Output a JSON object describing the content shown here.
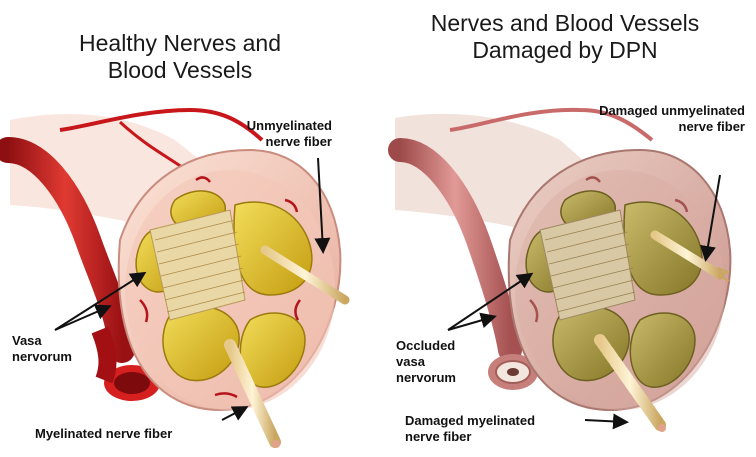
{
  "left_panel": {
    "title_line1": "Healthy Nerves and",
    "title_line2": "Blood Vessels",
    "unmyelinated_line1": "Unmyelinated",
    "unmyelinated_line2": "nerve fiber",
    "vasa_line1": "Vasa",
    "vasa_line2": "nervorum",
    "myelinated": "Myelinated nerve fiber"
  },
  "right_panel": {
    "title_line1": "Nerves and Blood Vessels",
    "title_line2": "Damaged by DPN",
    "unmyelinated_line1": "Damaged unmyelinated",
    "unmyelinated_line2": "nerve fiber",
    "occluded_line1": "Occluded",
    "occluded_line2": "vasa",
    "occluded_line3": "nervorum",
    "myelinated_line1": "Damaged myelinated",
    "myelinated_line2": "nerve fiber"
  },
  "colors": {
    "healthy_vessel": "#c8171b",
    "damaged_vessel": "#c96a6a",
    "healthy_sheath": "#f1c8b8",
    "damaged_sheath": "#d9aaa0",
    "healthy_fascicle": "#d4b21a",
    "damaged_fascicle": "#9a8a3a"
  }
}
